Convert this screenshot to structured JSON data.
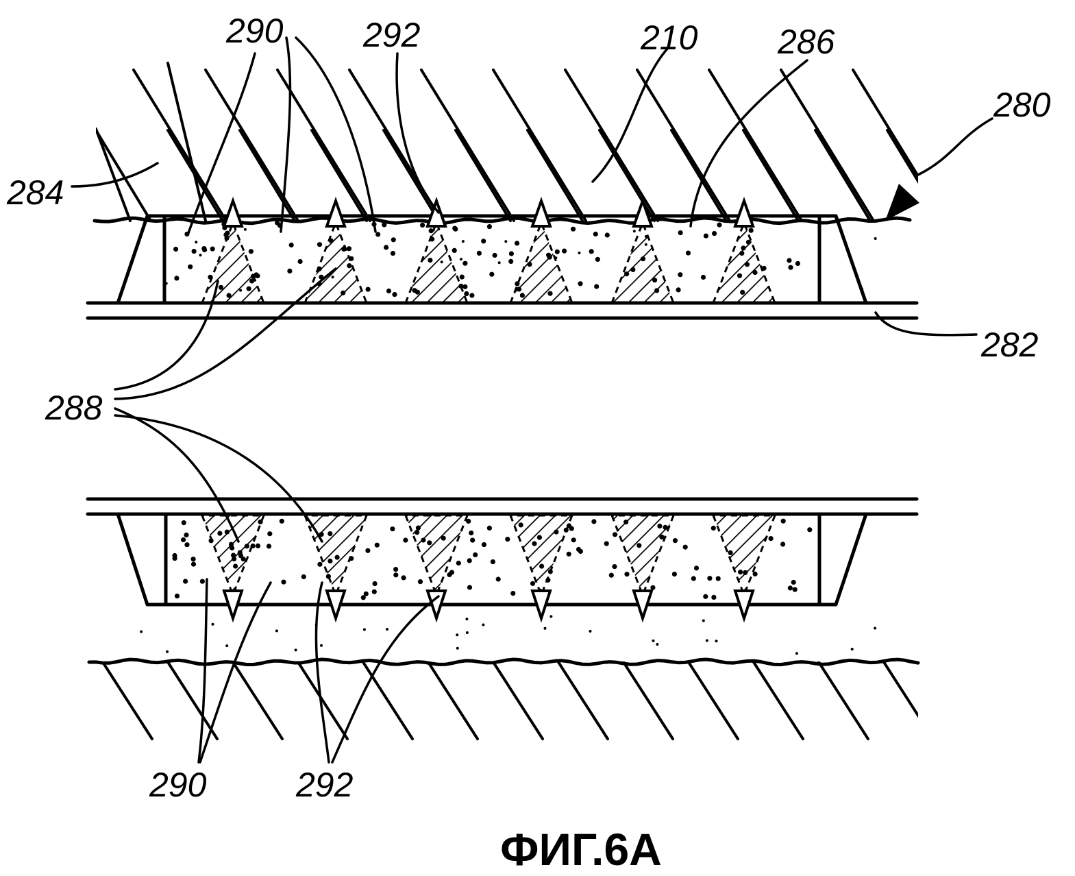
{
  "figure": {
    "caption": "ФИГ.6А",
    "labels": {
      "l290_top": "290",
      "l292_top": "292",
      "l210": "210",
      "l286": "286",
      "l280": "280",
      "l284": "284",
      "l282": "282",
      "l288": "288",
      "l290_bottom": "290",
      "l292_bottom": "292"
    },
    "colors": {
      "ink": "#000000",
      "paper": "#ffffff"
    }
  }
}
